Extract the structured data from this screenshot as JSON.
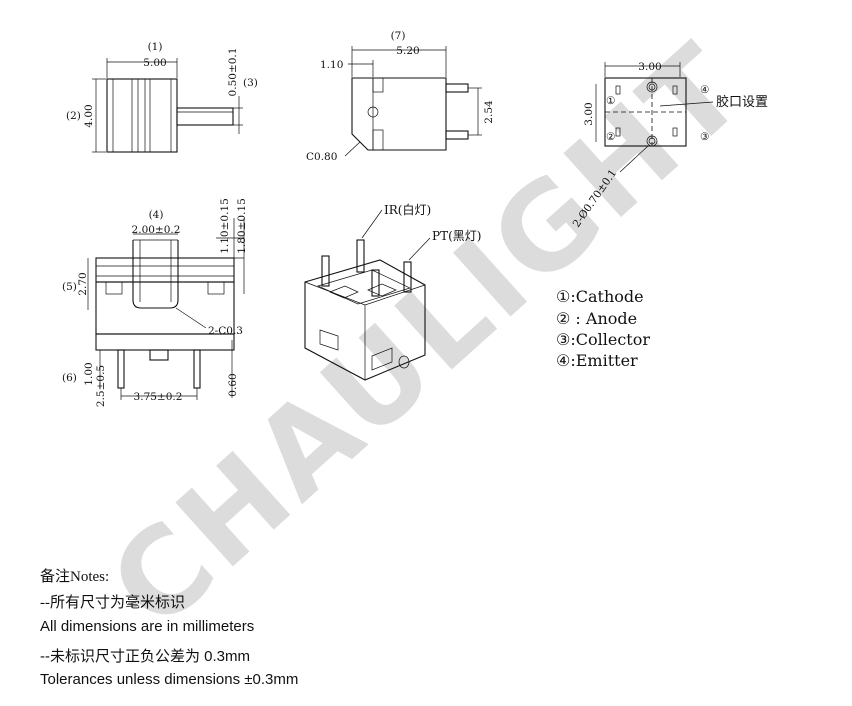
{
  "watermark": {
    "text": "CHAULIGHT",
    "color": "#d9d9d9"
  },
  "dimensions": {
    "front_width_label": "(1)",
    "front_width": "5.00",
    "front_height_label": "(2)",
    "front_height": "4.00",
    "pin_thickness": "0.50±0.1",
    "pin_thickness_label": "(3)",
    "side_width_label": "(7)",
    "side_width": "5.20",
    "side_offset": "1.10",
    "side_pin_pitch": "2.54",
    "side_chamfer": "C0.80",
    "top_pitch": "3.00",
    "top_height": "3.00",
    "top_hole": "2-Ø0.70±0.1",
    "slot_label": "(4)",
    "slot_width": "2.00±0.2",
    "tab_height": "1.10±0.15",
    "tab_height2": "1.80±0.15",
    "body_height_label": "(5)",
    "body_height": "2.70",
    "bottom_chamfer": "2-C0.3",
    "pin_length_label": "(6)",
    "pin_length": "1.00",
    "pin_length2": "2.5±0.5",
    "pin_span": "3.75±0.2",
    "standoff": "0.60"
  },
  "pins_top": [
    "①",
    "②",
    "③",
    "④"
  ],
  "top_callout": "胶口设置",
  "iso_labels": {
    "ir": "IR(白灯)",
    "pt": "PT(黑灯)"
  },
  "legend": [
    {
      "num": "①",
      "text": ":Cathode"
    },
    {
      "num": "②",
      "text": " : Anode"
    },
    {
      "num": "③",
      "text": ":Collector"
    },
    {
      "num": "④",
      "text": ":Emitter"
    }
  ],
  "notes": [
    "备注Notes:",
    "--所有尺寸为毫米标识",
    "All dimensions are in millimeters",
    "--未标识尺寸正负公差为  0.3mm",
    "Tolerances unless dimensions ±0.3mm"
  ]
}
